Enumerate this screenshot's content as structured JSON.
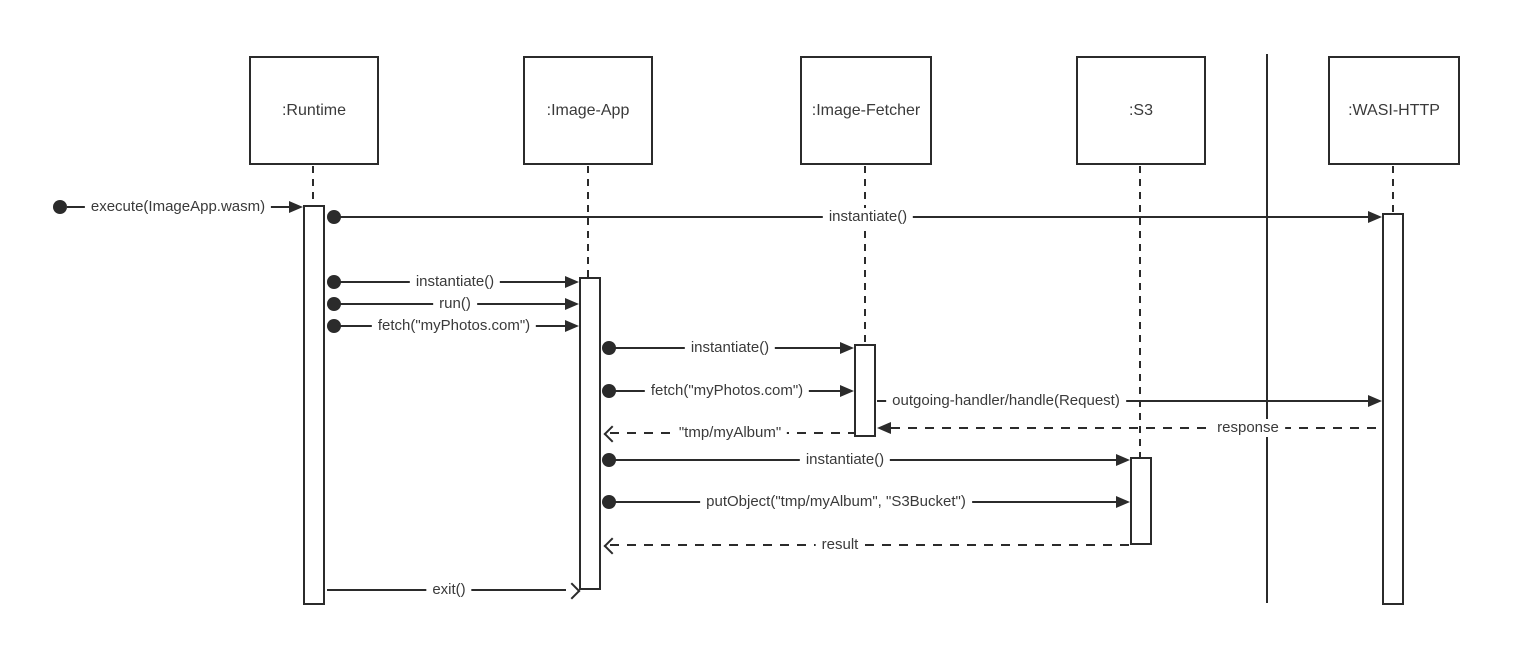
{
  "diagram": {
    "type": "uml-sequence",
    "participants": [
      {
        "id": "runtime",
        "label": ":Runtime"
      },
      {
        "id": "image-app",
        "label": ":Image-App"
      },
      {
        "id": "image-fetcher",
        "label": ":Image-Fetcher"
      },
      {
        "id": "s3",
        "label": ":S3"
      },
      {
        "id": "wasi-http",
        "label": ":WASI-HTTP"
      }
    ],
    "messages": [
      {
        "label": "execute(ImageApp.wasm)",
        "from": "start-dot",
        "to": ":Runtime",
        "style": "sync"
      },
      {
        "label": "instantiate()",
        "from": ":Runtime",
        "to": ":WASI-HTTP",
        "style": "sync"
      },
      {
        "label": "instantiate()",
        "from": ":Runtime",
        "to": ":Image-App",
        "style": "sync"
      },
      {
        "label": "run()",
        "from": ":Runtime",
        "to": ":Image-App",
        "style": "sync"
      },
      {
        "label": "fetch(\"myPhotos.com\")",
        "from": ":Runtime",
        "to": ":Image-App",
        "style": "sync"
      },
      {
        "label": "instantiate()",
        "from": ":Image-App",
        "to": ":Image-Fetcher",
        "style": "sync"
      },
      {
        "label": "fetch(\"myPhotos.com\")",
        "from": ":Image-App",
        "to": ":Image-Fetcher",
        "style": "sync"
      },
      {
        "label": "outgoing-handler/handle(Request)",
        "from": ":Image-Fetcher",
        "to": ":WASI-HTTP",
        "style": "sync"
      },
      {
        "label": "response",
        "from": ":WASI-HTTP",
        "to": ":Image-Fetcher",
        "style": "return"
      },
      {
        "label": "\"tmp/myAlbum\"",
        "from": ":Image-Fetcher",
        "to": ":Image-App",
        "style": "return"
      },
      {
        "label": "instantiate()",
        "from": ":Image-App",
        "to": ":S3",
        "style": "sync"
      },
      {
        "label": "putObject(\"tmp/myAlbum\", \"S3Bucket\")",
        "from": ":Image-App",
        "to": ":S3",
        "style": "sync"
      },
      {
        "label": "result",
        "from": ":S3",
        "to": ":Image-App",
        "style": "return"
      },
      {
        "label": "exit()",
        "from": ":Runtime",
        "to": ":Image-App",
        "style": "sync"
      }
    ],
    "colors": {
      "stroke": "#2b2b2b",
      "text": "#3a3a3a",
      "background": "#ffffff"
    }
  }
}
